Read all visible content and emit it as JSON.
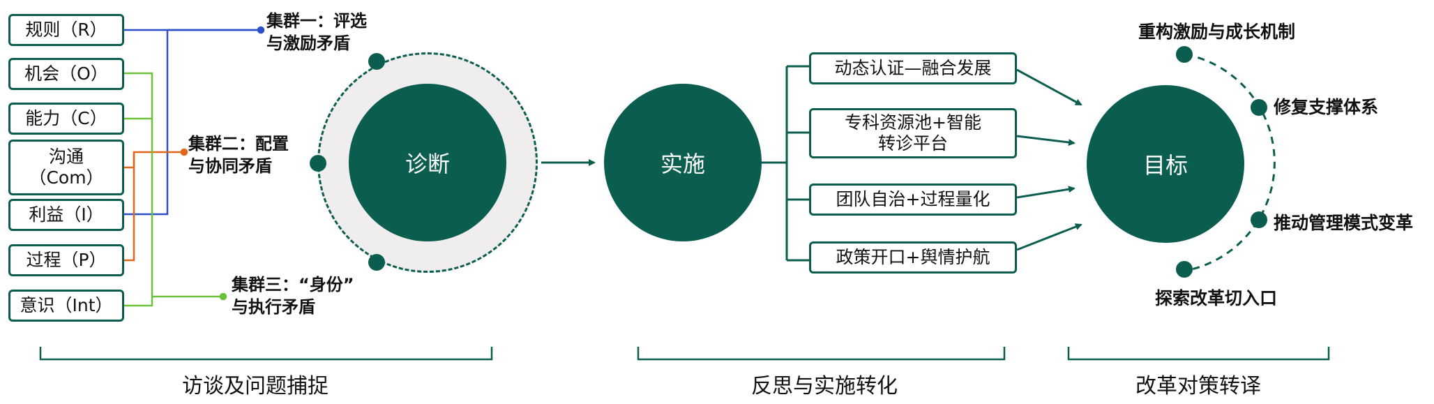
{
  "factors": [
    "规则（R）",
    "机会（O）",
    "能力（C）",
    "沟通\n（Com）",
    "利益（I）",
    "过程（P）",
    "意识（Int）"
  ],
  "clusters": {
    "c1": "集群一：评选\n与激励矛盾",
    "c2": "集群二：配置\n与协同矛盾",
    "c3": "集群三：“身份”\n与执行矛盾"
  },
  "circles": {
    "diagnosis": "诊断",
    "implementation": "实施",
    "goal": "目标"
  },
  "measures": [
    "动态认证—融合发展",
    "专科资源池+智能\n转诊平台",
    "团队自治+过程量化",
    "政策开口+舆情护航"
  ],
  "goals": [
    "重构激励与成长机制",
    "修复支撑体系",
    "推动管理模式变革",
    "探索改革切入口"
  ],
  "phases": [
    "访谈及问题捕捉",
    "反思与实施转化",
    "改革对策转译"
  ],
  "colors": {
    "primary": "#0b5e4f",
    "blue": "#2c4fc7",
    "orange": "#e0661b",
    "green": "#6cc13a",
    "ring_fill": "#efeded"
  }
}
